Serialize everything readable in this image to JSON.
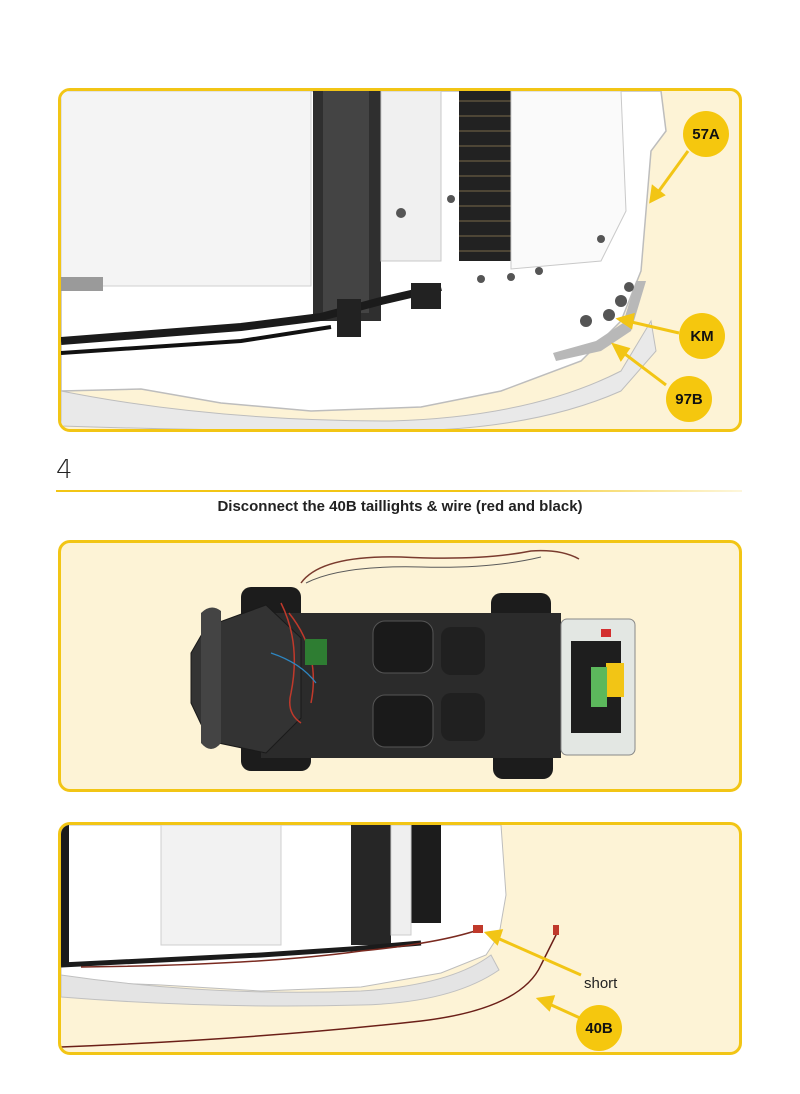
{
  "step": {
    "number": "4",
    "instruction": "Disconnect the 40B taillights & wire (red and black)"
  },
  "panel_top": {
    "callouts": [
      "57A",
      "KM",
      "97B"
    ]
  },
  "panel_bottom": {
    "callout": "40B",
    "note": "short"
  },
  "colors": {
    "accent": "#f2c515",
    "panel_background": "#fdf3d6",
    "callout_fill": "#f5c70e"
  }
}
